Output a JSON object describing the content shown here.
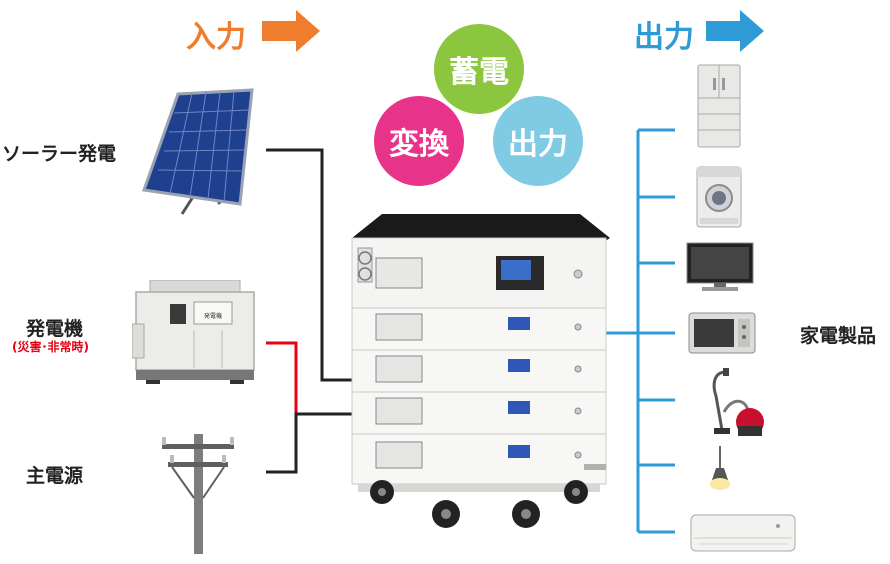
{
  "header": {
    "input_label": "入力",
    "output_label": "出力"
  },
  "functions": {
    "storage": "蓄電",
    "conversion": "変換",
    "output": "出力"
  },
  "sources": {
    "solar": "ソーラー発電",
    "generator": "発電機",
    "generator_note": "(災害･非常時)",
    "grid": "主電源"
  },
  "appliances_label": "家電製品",
  "generator_panel_text": "発電機",
  "colors": {
    "input_accent": "#ef7d2d",
    "output_accent": "#2f9bd6",
    "storage": "#8cc63f",
    "conversion": "#e8338a",
    "output_circle": "#7ecbe3",
    "emergency": "#e60012",
    "wire": "#222222"
  },
  "icons": [
    "solar-panel-icon",
    "generator-icon",
    "utility-pole-icon",
    "battery-system-icon",
    "refrigerator-icon",
    "washing-machine-icon",
    "television-icon",
    "microwave-icon",
    "vacuum-cleaner-icon",
    "ceiling-lamp-icon",
    "air-conditioner-icon"
  ]
}
